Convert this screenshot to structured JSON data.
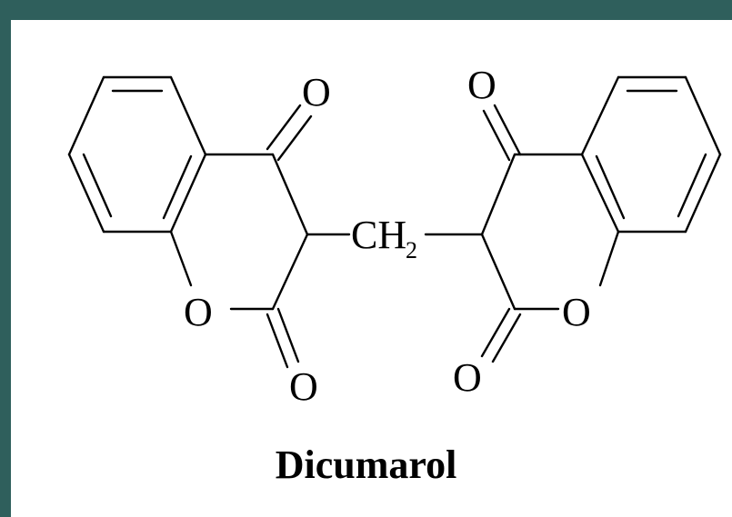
{
  "molecule": {
    "name": "Dicumarol",
    "atoms": {
      "left_ketone_o": "O",
      "left_ring_o": "O",
      "left_lactone_o": "O",
      "right_ketone_o": "O",
      "right_ring_o": "O",
      "right_lactone_o": "O",
      "bridge_main": "CH",
      "bridge_sub": "2"
    }
  },
  "colors": {
    "frame": "#2f5f5c",
    "panel": "#ffffff",
    "ink": "#000000"
  }
}
